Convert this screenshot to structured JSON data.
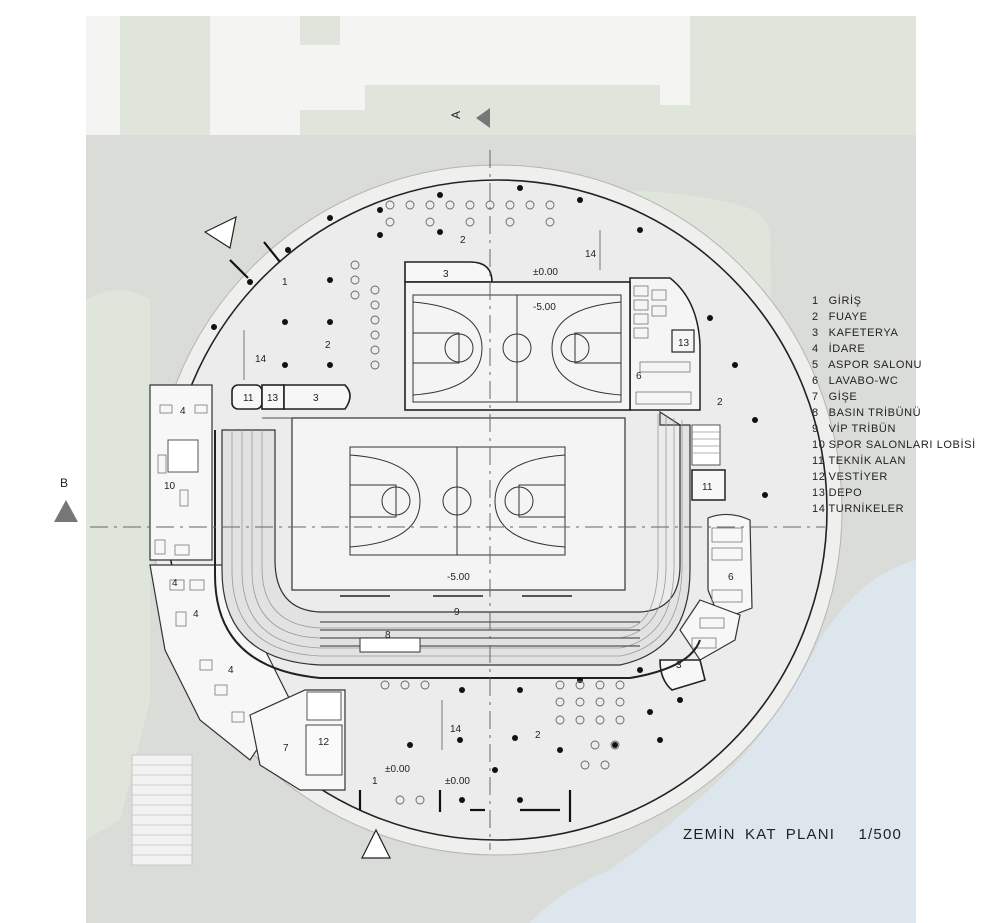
{
  "section_markers": {
    "a": "A",
    "b": "B"
  },
  "legend": [
    {
      "num": "1",
      "label": "GİRİŞ"
    },
    {
      "num": "2",
      "label": "FUAYE"
    },
    {
      "num": "3",
      "label": "KAFETERYA"
    },
    {
      "num": "4",
      "label": "İDARE"
    },
    {
      "num": "5",
      "label": "ASPOR SALONU"
    },
    {
      "num": "6",
      "label": "LAVABO-WC"
    },
    {
      "num": "7",
      "label": "GİŞE"
    },
    {
      "num": "8",
      "label": "BASIN TRİBÜNÜ"
    },
    {
      "num": "9",
      "label": "VİP TRİBÜN"
    },
    {
      "num": "10",
      "label": "SPOR SALONLARI LOBİSİ"
    },
    {
      "num": "11",
      "label": "TEKNİK ALAN"
    },
    {
      "num": "12",
      "label": "VESTİYER"
    },
    {
      "num": "13",
      "label": "DEPO"
    },
    {
      "num": "14",
      "label": "TURNİKELER"
    }
  ],
  "title": {
    "text": "ZEMİN KAT PLANI",
    "scale": "1/500"
  },
  "levels": {
    "ground": "±0.00",
    "court": "-5.00"
  },
  "room_tags": {
    "r1_nw": "1",
    "r1_s": "1",
    "r2_n": "2",
    "r2_w": "2",
    "r2_e": "2",
    "r2_se": "2",
    "r3_top": "3",
    "r3_left": "3",
    "r3_se": "3",
    "r4_a": "4",
    "r4_b": "4",
    "r4_c": "4",
    "r4_d": "4",
    "r6_a": "6",
    "r6_b": "6",
    "r7": "7",
    "r8": "8",
    "r9": "9",
    "r10": "10",
    "r11_a": "11",
    "r11_b": "11",
    "r12": "12",
    "r13_a": "13",
    "r13_b": "13",
    "r14_a": "14",
    "r14_b": "14",
    "r14_c": "14"
  },
  "colors": {
    "ground": "#d9dbd7",
    "green": "#dde3d8",
    "water": "#dde6ed",
    "floor": "#ededed",
    "building": "#f5f5f5"
  }
}
